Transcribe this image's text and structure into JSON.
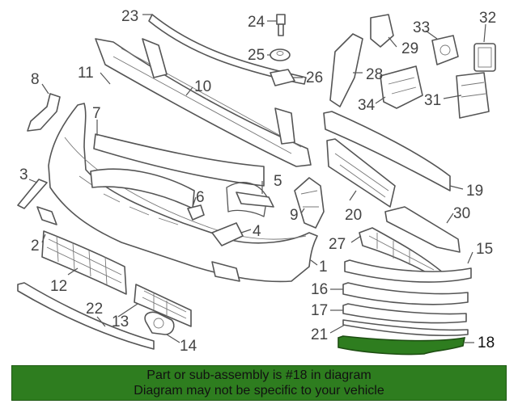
{
  "colors": {
    "highlight": "#2e7d1f",
    "banner": "#2e7d1f",
    "line": "#555555"
  },
  "callouts": {
    "c1": "1",
    "c2": "2",
    "c3": "3",
    "c4": "4",
    "c5": "5",
    "c6": "6",
    "c7": "7",
    "c8": "8",
    "c9": "9",
    "c10": "10",
    "c11": "11",
    "c12": "12",
    "c13": "13",
    "c14": "14",
    "c15": "15",
    "c16": "16",
    "c17": "17",
    "c18": "18",
    "c19": "19",
    "c20": "20",
    "c21": "21",
    "c22": "22",
    "c23": "23",
    "c24": "24",
    "c25": "25",
    "c26": "26",
    "c27": "27",
    "c28": "28",
    "c29": "29",
    "c30": "30",
    "c31": "31",
    "c32": "32",
    "c33": "33",
    "c34": "34"
  },
  "highlighted_part": "18",
  "banner": {
    "line1": "Part or sub-assembly is #18 in diagram",
    "line2": "Diagram may not be specific to your vehicle"
  }
}
